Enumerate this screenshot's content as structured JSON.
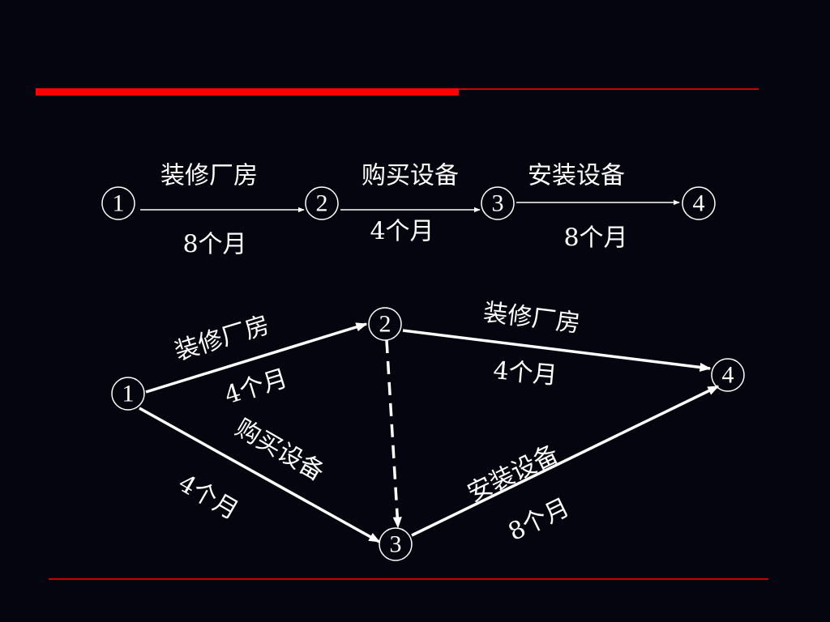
{
  "colors": {
    "background": "#05050f",
    "accent": "#ff0000",
    "accent_dark": "#cc0000",
    "line": "#ffffff"
  },
  "top_diagram": {
    "nodes": [
      "1",
      "2",
      "3",
      "4"
    ],
    "edges": [
      {
        "task": "装修厂房",
        "duration": "8个月"
      },
      {
        "task": "购买设备",
        "duration": "4个月"
      },
      {
        "task": "安装设备",
        "duration": "8个月"
      }
    ]
  },
  "bottom_diagram": {
    "nodes": [
      "1",
      "2",
      "3",
      "4"
    ],
    "edges": [
      {
        "from": "1",
        "to": "2",
        "task": "装修厂房",
        "duration": "4个月"
      },
      {
        "from": "2",
        "to": "4",
        "task": "装修厂房",
        "duration": "4个月"
      },
      {
        "from": "1",
        "to": "3",
        "task": "购买设备",
        "duration": "4个月"
      },
      {
        "from": "3",
        "to": "4",
        "task": "安装设备",
        "duration": "8个月"
      },
      {
        "from": "2",
        "to": "3",
        "task": "",
        "duration": "",
        "dummy": true
      }
    ]
  }
}
